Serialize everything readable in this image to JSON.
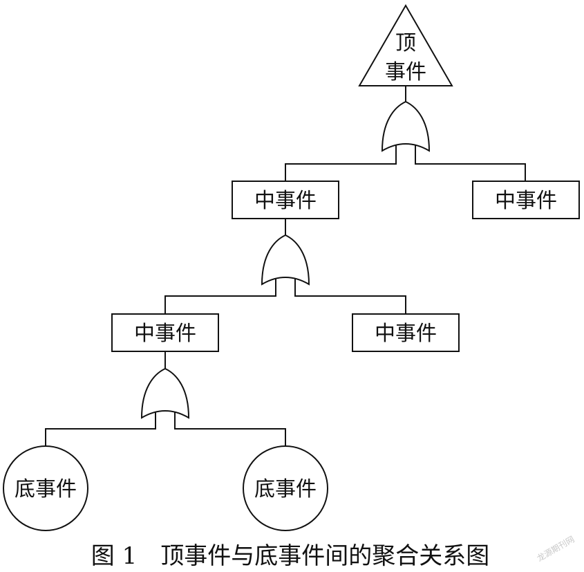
{
  "diagram": {
    "top_event": {
      "line1": "顶",
      "line2": "事件"
    },
    "mid_event_1": "中事件",
    "mid_event_2": "中事件",
    "mid_event_3": "中事件",
    "mid_event_4": "中事件",
    "base_event_1": "底事件",
    "base_event_2": "底事件",
    "caption": "图 1　顶事件与底事件间的聚合关系图",
    "watermark": "龙源期刊网"
  }
}
